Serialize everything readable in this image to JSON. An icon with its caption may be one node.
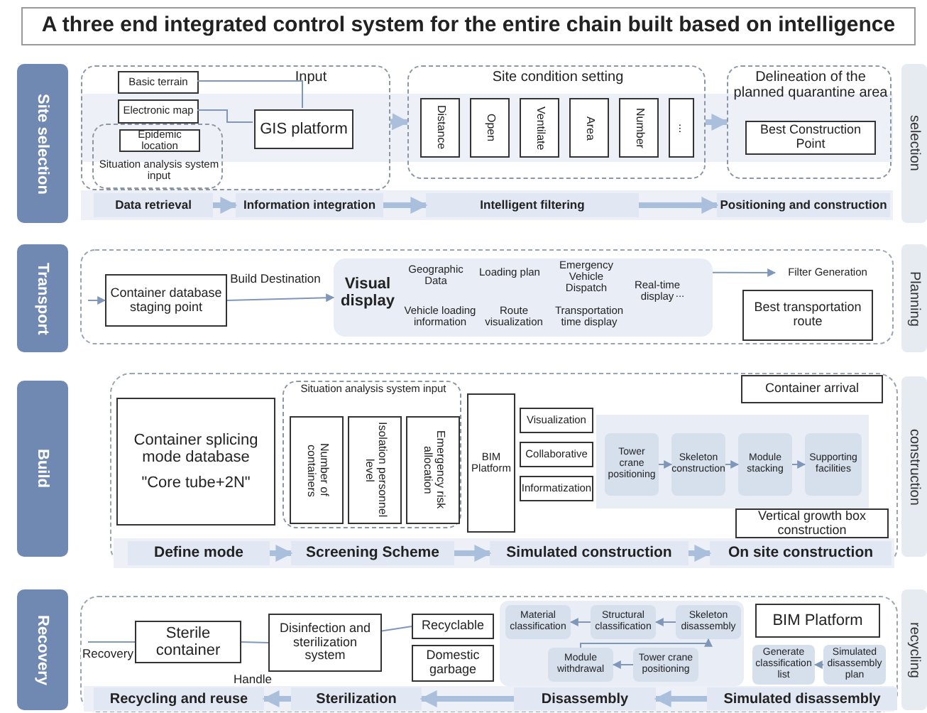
{
  "diagram": {
    "title": "A three end integrated control system for the entire chain built based on intelligence",
    "nodes": [
      {
        "text": [
          "Site selection"
        ]
      },
      {
        "text": [
          "Input"
        ]
      },
      {
        "text": [
          "Basic terrain"
        ],
        "in": 1
      },
      {
        "text": [
          "Electronic map"
        ],
        "in": 1
      },
      {
        "text": [
          "Situation analysis system input"
        ],
        "in": 1
      },
      {
        "text": [
          "Epidemic location"
        ],
        "in": 4
      },
      {
        "text": [
          "GIS platform"
        ],
        "in": 1
      },
      {
        "text": [
          "Site condition setting"
        ]
      },
      {
        "text": [
          "Distance"
        ],
        "in": 7
      },
      {
        "text": [
          "Open"
        ],
        "in": 7
      },
      {
        "text": [
          "Ventilate"
        ],
        "in": 7
      },
      {
        "text": [
          "Area"
        ],
        "in": 7
      },
      {
        "text": [
          "Number"
        ],
        "in": 7
      },
      {
        "text": [
          "..."
        ],
        "in": 7
      },
      {
        "text": [
          "Delineation of the planned quarantine area"
        ]
      },
      {
        "text": [
          "Best Construction Point"
        ],
        "in": 14
      },
      {
        "text": [
          "Data retrieval"
        ]
      },
      {
        "text": [
          "Information integration"
        ]
      },
      {
        "text": [
          "Intelligent filtering"
        ]
      },
      {
        "text": [
          "Positioning and construction"
        ]
      },
      {
        "text": [
          "selection"
        ]
      },
      {
        "text": [
          "Transport"
        ]
      },
      {
        "text": [
          "Container database staging point"
        ]
      },
      {
        "text": [
          "Visual display"
        ]
      },
      {
        "text": [
          "Geographic Data"
        ],
        "in": 23
      },
      {
        "text": [
          "Loading plan"
        ],
        "in": 23
      },
      {
        "text": [
          "Emergency Vehicle Dispatch"
        ],
        "in": 23
      },
      {
        "text": [
          "Real-time display"
        ],
        "in": 23
      },
      {
        "text": [
          "Vehicle loading information"
        ],
        "in": 23
      },
      {
        "text": [
          "Route visualization"
        ],
        "in": 23
      },
      {
        "text": [
          "Transportation time display"
        ],
        "in": 23
      },
      {
        "text": [
          "..."
        ],
        "in": 23
      },
      {
        "text": [
          "Filter Generation"
        ]
      },
      {
        "text": [
          "Best transportation route"
        ]
      },
      {
        "text": [
          "Planning"
        ]
      },
      {
        "text": [
          "Build"
        ]
      },
      {
        "text": [
          "Container splicing mode database",
          "\"Core tube+2N\""
        ]
      },
      {
        "text": [
          "Situation analysis system input"
        ]
      },
      {
        "text": [
          "Number of containers"
        ],
        "in": 37
      },
      {
        "text": [
          "Isolation personnel level"
        ],
        "in": 37
      },
      {
        "text": [
          "Emergency risk allocation"
        ],
        "in": 37
      },
      {
        "text": [
          "BIM Platform"
        ]
      },
      {
        "text": [
          "Visualization"
        ]
      },
      {
        "text": [
          "Collaborative"
        ]
      },
      {
        "text": [
          "Informatization"
        ]
      },
      {
        "text": [
          "Tower crane positioning"
        ]
      },
      {
        "text": [
          "Skeleton construction"
        ]
      },
      {
        "text": [
          "Module stacking"
        ]
      },
      {
        "text": [
          "Supporting facilities"
        ]
      },
      {
        "text": [
          "Container arrival"
        ]
      },
      {
        "text": [
          "Vertical growth box construction"
        ]
      },
      {
        "text": [
          "Define mode"
        ]
      },
      {
        "text": [
          "Screening Scheme"
        ]
      },
      {
        "text": [
          "Simulated construction"
        ]
      },
      {
        "text": [
          "On site construction"
        ]
      },
      {
        "text": [
          "construction"
        ]
      },
      {
        "text": [
          "Recovery"
        ]
      },
      {
        "text": [
          "Sterile container"
        ]
      },
      {
        "text": [
          "Disinfection and sterilization system"
        ]
      },
      {
        "text": [
          "Recyclable"
        ]
      },
      {
        "text": [
          "Domestic garbage"
        ]
      },
      {
        "text": [
          "Material classification"
        ]
      },
      {
        "text": [
          "Structural classification"
        ]
      },
      {
        "text": [
          "Skeleton disassembly"
        ]
      },
      {
        "text": [
          "Module withdrawal"
        ]
      },
      {
        "text": [
          "Tower crane positioning"
        ]
      },
      {
        "text": [
          "BIM Platform"
        ]
      },
      {
        "text": [
          "Generate classification list"
        ]
      },
      {
        "text": [
          "Simulated disassembly plan"
        ]
      },
      {
        "text": [
          "Recycling and reuse"
        ]
      },
      {
        "text": [
          "Sterilization"
        ]
      },
      {
        "text": [
          "Disassembly"
        ]
      },
      {
        "text": [
          "Simulated disassembly"
        ]
      },
      {
        "text": [
          "recycling"
        ]
      }
    ],
    "edges": [
      {
        "from": 2,
        "to": 6,
        "arrow": "none"
      },
      {
        "from": 3,
        "to": 6,
        "arrow": "none"
      },
      {
        "from": 1,
        "to": 7,
        "arrow": "to",
        "style": "thick",
        "color": "#a9bfdc"
      },
      {
        "from": 7,
        "to": 14,
        "arrow": "to",
        "style": "thick",
        "color": "#a9bfdc"
      },
      {
        "from": 16,
        "to": 17,
        "arrow": "to",
        "style": "thick",
        "color": "#a9bfdc"
      },
      {
        "from": 17,
        "to": 18,
        "arrow": "to",
        "style": "thick",
        "color": "#a9bfdc"
      },
      {
        "from": 18,
        "to": 19,
        "arrow": "to",
        "style": "thick",
        "color": "#a9bfdc"
      },
      {
        "from": null,
        "to": 22,
        "arrow": "to"
      },
      {
        "from": 22,
        "to": 23,
        "label": "Build Destination",
        "arrow": "to"
      },
      {
        "from": 23,
        "to": 32,
        "arrow": "to"
      },
      {
        "from": 45,
        "to": 46,
        "arrow": "to"
      },
      {
        "from": 46,
        "to": 47,
        "arrow": "to"
      },
      {
        "from": 47,
        "to": 48,
        "arrow": "to"
      },
      {
        "from": 51,
        "to": 52,
        "arrow": "to",
        "style": "thick",
        "color": "#a9bfdc"
      },
      {
        "from": 52,
        "to": 53,
        "arrow": "to",
        "style": "thick",
        "color": "#a9bfdc"
      },
      {
        "from": 53,
        "to": 54,
        "arrow": "to",
        "style": "thick",
        "color": "#a9bfdc"
      },
      {
        "from": null,
        "to": 57,
        "label": "Recovery",
        "arrow": "none"
      },
      {
        "from": 57,
        "to": 58,
        "label": "Handle",
        "arrow": "none"
      },
      {
        "from": 58,
        "to": 59,
        "arrow": "none"
      },
      {
        "from": 65,
        "to": 64,
        "arrow": "to"
      },
      {
        "from": 64,
        "to": 63,
        "arrow": "to"
      },
      {
        "from": 63,
        "to": 62,
        "arrow": "to"
      },
      {
        "from": 62,
        "to": 61,
        "arrow": "to"
      },
      {
        "from": 68,
        "to": 67,
        "arrow": "to"
      },
      {
        "from": 72,
        "to": 71,
        "arrow": "to",
        "style": "thick",
        "color": "#a9bfdc"
      },
      {
        "from": 71,
        "to": 70,
        "arrow": "to",
        "style": "thick",
        "color": "#a9bfdc"
      },
      {
        "from": 70,
        "to": 69,
        "arrow": "to",
        "style": "thick",
        "color": "#a9bfdc"
      }
    ]
  }
}
